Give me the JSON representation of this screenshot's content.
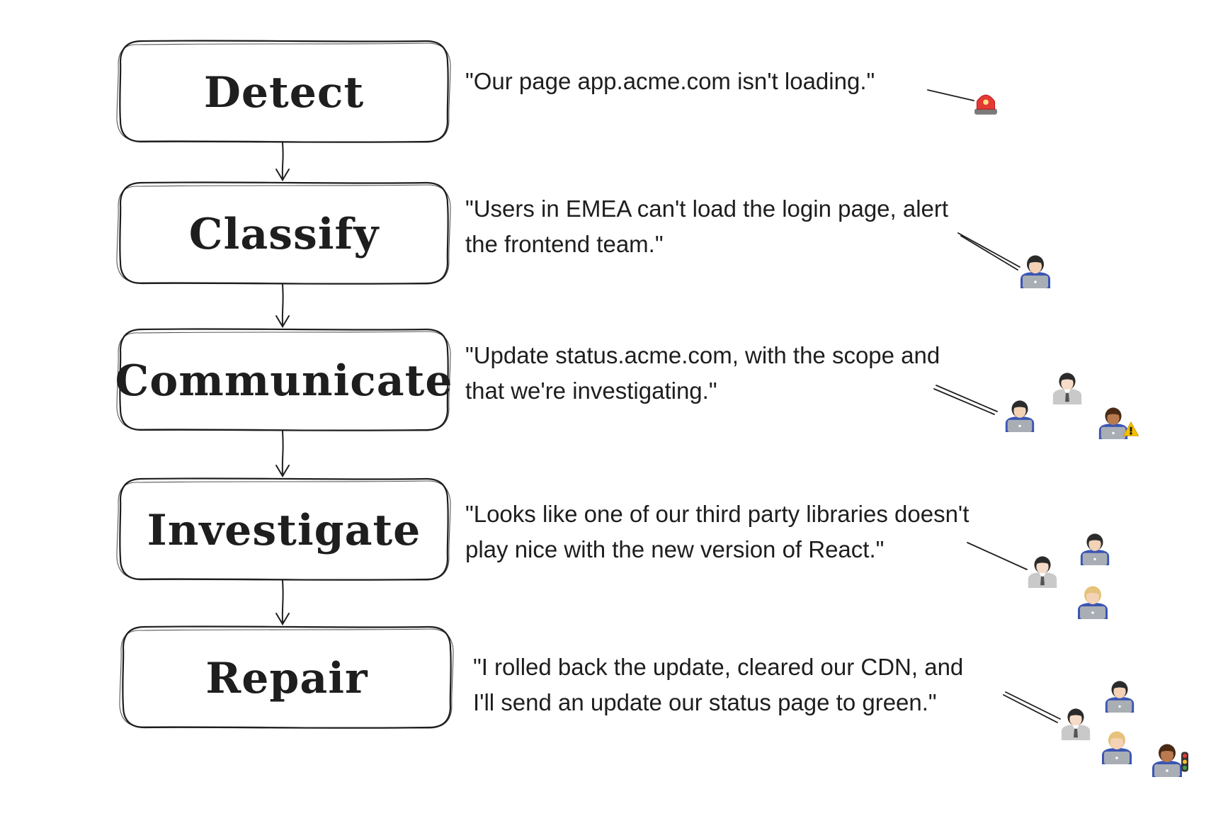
{
  "stages": [
    {
      "label": "Detect",
      "quote_lines": [
        "\"Our page app.acme.com isn't loading.\""
      ],
      "people": [
        {
          "icon": "siren-icon"
        }
      ]
    },
    {
      "label": "Classify",
      "quote_lines": [
        "\"Users in EMEA can't load the login page, alert",
        "the frontend team.\""
      ],
      "people": [
        {
          "icon": "person-laptop-icon",
          "skin": "#f3d2b6",
          "hair": "#2b2b2b",
          "shirt": "#3a55b3"
        }
      ]
    },
    {
      "label": "Communicate",
      "quote_lines": [
        "\"Update status.acme.com, with the scope and",
        "that we're investigating.\""
      ],
      "people": [
        {
          "icon": "person-laptop-icon",
          "skin": "#f3d2b6",
          "hair": "#2b2b2b",
          "shirt": "#3a55b3"
        },
        {
          "icon": "office-worker-icon",
          "skin": "#f6dcc8",
          "hair": "#2b2b2b",
          "shirt": "#c9c9c9"
        },
        {
          "icon": "person-laptop-icon",
          "skin": "#b87a4e",
          "hair": "#4a2a14",
          "shirt": "#3a55b3",
          "badge": "warning-icon"
        }
      ]
    },
    {
      "label": "Investigate",
      "quote_lines": [
        "\"Looks like one of our third party libraries doesn't",
        "play nice with the new version of React.\""
      ],
      "people": [
        {
          "icon": "office-worker-icon",
          "skin": "#f6dcc8",
          "hair": "#2b2b2b",
          "shirt": "#c9c9c9"
        },
        {
          "icon": "person-laptop-icon",
          "skin": "#f3d2b6",
          "hair": "#2b2b2b",
          "shirt": "#3a55b3"
        },
        {
          "icon": "person-laptop-icon",
          "skin": "#f3d2b6",
          "hair": "#e6c27a",
          "shirt": "#3a55b3"
        }
      ]
    },
    {
      "label": "Repair",
      "quote_lines": [
        "\"I rolled back the update, cleared our CDN, and",
        "I'll send an update our status page to green.\""
      ],
      "people": [
        {
          "icon": "office-worker-icon",
          "skin": "#f6dcc8",
          "hair": "#2b2b2b",
          "shirt": "#c9c9c9"
        },
        {
          "icon": "person-laptop-icon",
          "skin": "#f3d2b6",
          "hair": "#2b2b2b",
          "shirt": "#3a55b3"
        },
        {
          "icon": "person-laptop-icon",
          "skin": "#f3d2b6",
          "hair": "#e6c27a",
          "shirt": "#3a55b3"
        },
        {
          "icon": "person-laptop-icon",
          "skin": "#b87a4e",
          "hair": "#4a2a14",
          "shirt": "#3a55b3",
          "badge": "traffic-light-icon"
        }
      ]
    }
  ]
}
